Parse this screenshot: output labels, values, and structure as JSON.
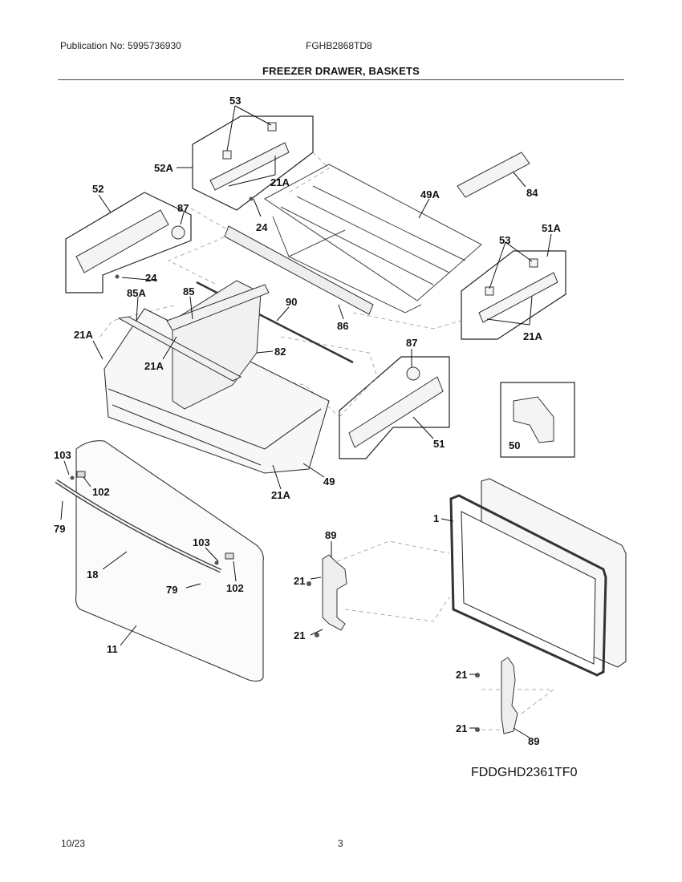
{
  "header": {
    "publication": "Publication No: 5995736930",
    "model": "FGHB2868TD8",
    "title": "FREEZER DRAWER, BASKETS"
  },
  "diagram": {
    "callouts": {
      "c53_top": "53",
      "c52A": "52A",
      "c21A_top": "21A",
      "c52": "52",
      "c87_left": "87",
      "c24_mid": "24",
      "c24_left": "24",
      "c49A": "49A",
      "c84": "84",
      "c51A": "51A",
      "c53_right": "53",
      "c21A_right": "21A",
      "c85A": "85A",
      "c85": "85",
      "c90": "90",
      "c86": "86",
      "c21A_left": "21A",
      "c82": "82",
      "c21A_mid": "21A",
      "c87_right": "87",
      "c51": "51",
      "c50": "50",
      "c103_top": "103",
      "c102_top": "102",
      "c79_left": "79",
      "c49": "49",
      "c21A_bottom": "21A",
      "c103_mid": "103",
      "c18": "18",
      "c79_mid": "79",
      "c102_mid": "102",
      "c11": "11",
      "c89_top": "89",
      "c21_a": "21",
      "c21_b": "21",
      "c1": "1",
      "c21_c": "21",
      "c21_d": "21",
      "c89_bottom": "89"
    }
  },
  "footer": {
    "diagram_code": "FDDGHD2361TF0",
    "date": "10/23",
    "page": "3"
  }
}
